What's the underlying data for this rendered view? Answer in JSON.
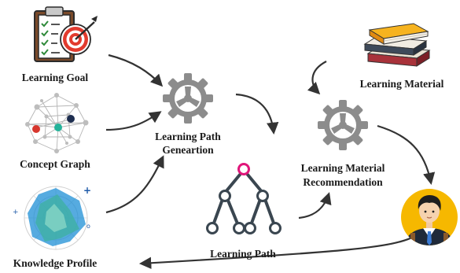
{
  "nodes": {
    "learning_goal": "Learning Goal",
    "concept_graph": "Concept Graph",
    "knowledge_profile": "Knowledge Profile",
    "path_generation_line1": "Learning Path",
    "path_generation_line2": "Geneartion",
    "learning_path": "Learning Path",
    "recommendation_line1": "Learning Material",
    "recommendation_line2": "Recommendation",
    "learning_material": "Learning Material"
  },
  "icons": {
    "goal": "clipboard-target-icon",
    "concept": "network-graph-icon",
    "profile": "radar-chart-icon",
    "engine1": "gear-icon",
    "engine2": "gear-icon",
    "path": "tree-icon",
    "material": "books-icon",
    "learner": "student-avatar-icon"
  },
  "colors": {
    "gear": "#8c8c8c",
    "tree": "#3a4650",
    "tree_root": "#e0167a",
    "arrow": "#333333"
  }
}
